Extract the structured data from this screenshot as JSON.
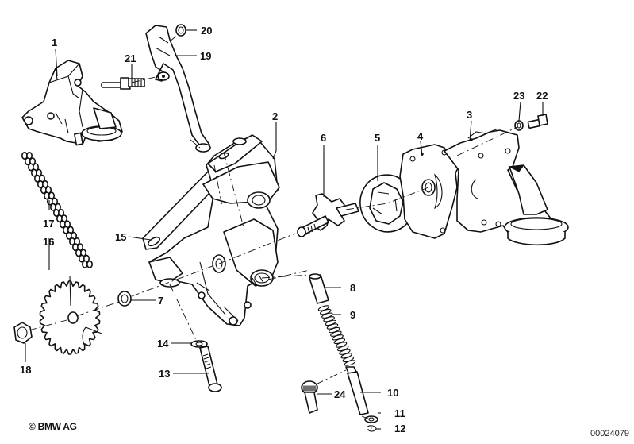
{
  "diagram": {
    "title": "Oil pump with drive – exploded parts view",
    "callouts": [
      {
        "id": "1",
        "part": "oil-pump-assembly"
      },
      {
        "id": "2",
        "part": "pump-housing"
      },
      {
        "id": "3",
        "part": "pump-cover-with-pickup"
      },
      {
        "id": "4",
        "part": "gasket"
      },
      {
        "id": "5",
        "part": "outer-rotor"
      },
      {
        "id": "6",
        "part": "inner-rotor-shaft"
      },
      {
        "id": "7",
        "part": "sealing-ring"
      },
      {
        "id": "8",
        "part": "relief-valve-piston"
      },
      {
        "id": "9",
        "part": "compression-spring"
      },
      {
        "id": "10",
        "part": "spring-guide-pin"
      },
      {
        "id": "11",
        "part": "washer"
      },
      {
        "id": "12",
        "part": "circlip"
      },
      {
        "id": "13",
        "part": "hex-bolt"
      },
      {
        "id": "14",
        "part": "washer"
      },
      {
        "id": "15",
        "part": "bracket"
      },
      {
        "id": "16",
        "part": "sprocket"
      },
      {
        "id": "17",
        "part": "roller-chain"
      },
      {
        "id": "18",
        "part": "hex-nut"
      },
      {
        "id": "19",
        "part": "pressure-pipe"
      },
      {
        "id": "20",
        "part": "o-ring"
      },
      {
        "id": "21",
        "part": "stud-bolt"
      },
      {
        "id": "22",
        "part": "hex-bolt"
      },
      {
        "id": "23",
        "part": "spring-washer"
      },
      {
        "id": "24",
        "part": "screw-plug"
      }
    ]
  },
  "footer": {
    "copyright": "© BMW AG",
    "image_number": "00024079"
  }
}
